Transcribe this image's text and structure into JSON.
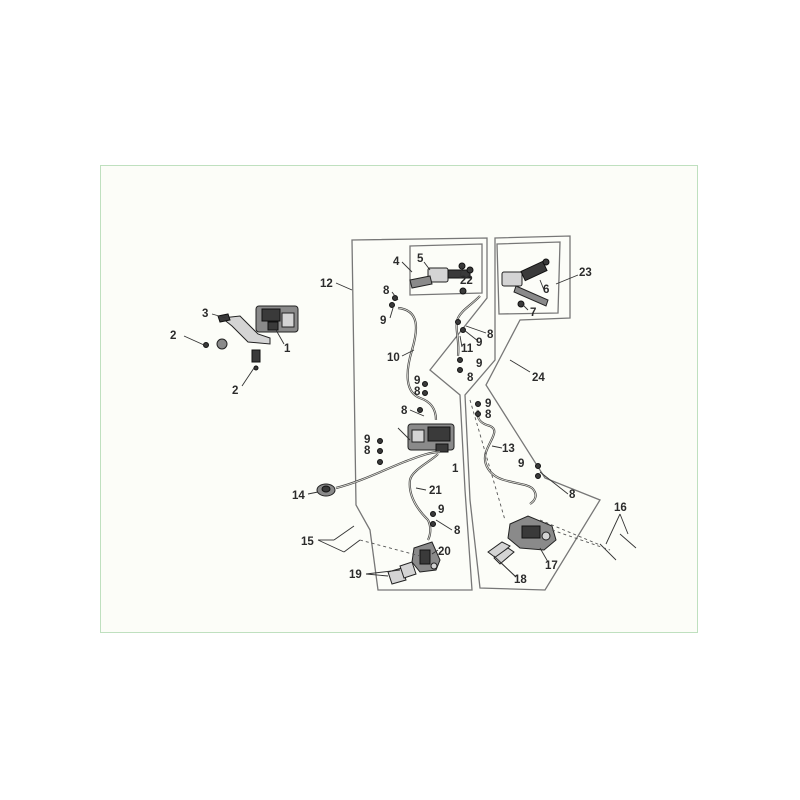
{
  "diagram": {
    "callouts": {
      "c1a": "1",
      "c1b": "1",
      "c2a": "2",
      "c2b": "2",
      "c3": "3",
      "c4": "4",
      "c5": "5",
      "c6": "6",
      "c7": "7",
      "c8a": "8",
      "c8b": "8",
      "c8c": "8",
      "c8d": "8",
      "c8e": "8",
      "c8f": "8",
      "c8g": "8",
      "c8h": "8",
      "c8i": "8",
      "c9a": "9",
      "c9b": "9",
      "c9c": "9",
      "c9d": "9",
      "c9e": "9",
      "c9f": "9",
      "c9g": "9",
      "c9h": "9",
      "c10": "10",
      "c11": "11",
      "c12": "12",
      "c13": "13",
      "c14": "14",
      "c15": "15",
      "c16": "16",
      "c17": "17",
      "c18": "18",
      "c19": "19",
      "c20": "20",
      "c21": "21",
      "c22": "22",
      "c23": "23",
      "c24": "24"
    }
  }
}
